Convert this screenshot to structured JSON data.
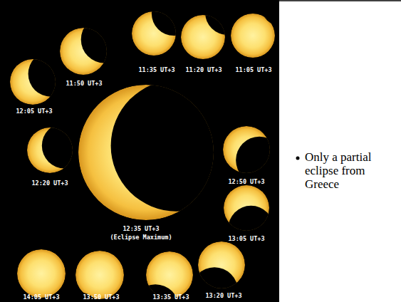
{
  "diagram": {
    "labels": [
      "11:05 UT+3",
      "11:20 UT+3",
      "11:35 UT+3",
      "11:50 UT+3",
      "12:05 UT+3",
      "12:20 UT+3",
      "12:35 UT+3",
      "(Eclipse Maximum)",
      "12:50 UT+3",
      "13:05 UT+3",
      "13:20 UT+3",
      "13:35 UT+3",
      "13:50 UT+3",
      "14:05 UT+3",
      "Only a partial eclipse from Greece"
    ]
  }
}
